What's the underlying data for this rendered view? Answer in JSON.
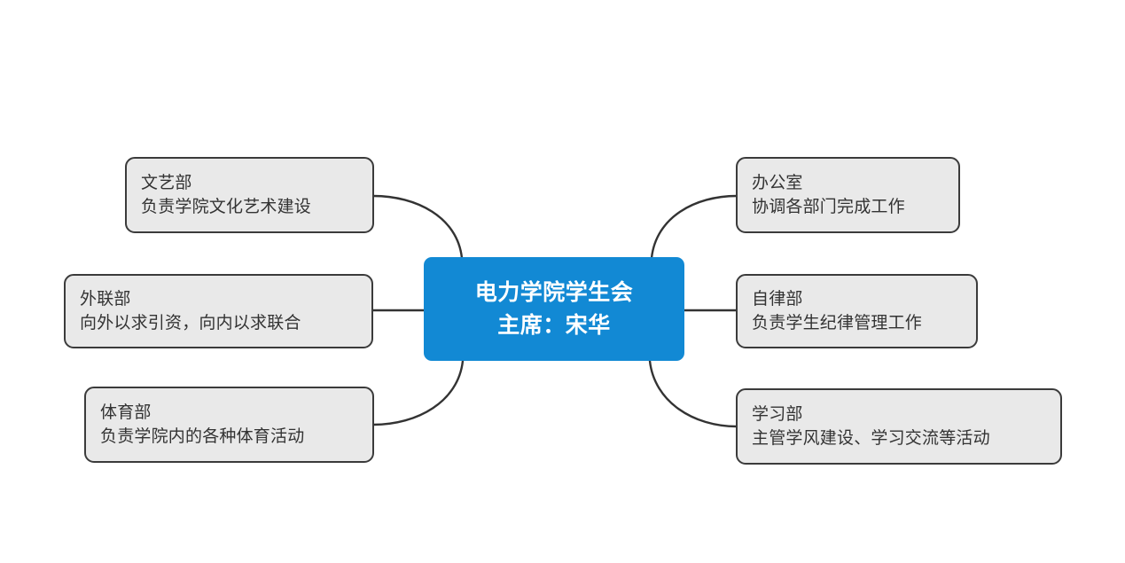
{
  "diagram": {
    "type": "mind-map",
    "background_color": "#ffffff",
    "central": {
      "id": "central-node",
      "title": "电力学院学生会",
      "subtitle": "主席：宋华",
      "fill_color": "#1289d4",
      "text_color": "#ffffff"
    },
    "branch_style": {
      "fill_color": "#e9e9e9",
      "border_color": "#3b3b3b",
      "text_color": "#333333"
    },
    "edge_color": "#333333",
    "left_branches": [
      {
        "id": "wenyibu",
        "name": "文艺部",
        "description": "负责学院文化艺术建设"
      },
      {
        "id": "wailianbu",
        "name": "外联部",
        "description": "向外以求引资，向内以求联合"
      },
      {
        "id": "tiyubu",
        "name": "体育部",
        "description": "负责学院内的各种体育活动"
      }
    ],
    "right_branches": [
      {
        "id": "bangongshi",
        "name": "办公室",
        "description": "协调各部门完成工作"
      },
      {
        "id": "zilvbu",
        "name": "自律部",
        "description": "负责学生纪律管理工作"
      },
      {
        "id": "xuexibu",
        "name": "学习部",
        "description": "主管学风建设、学习交流等活动"
      }
    ]
  }
}
